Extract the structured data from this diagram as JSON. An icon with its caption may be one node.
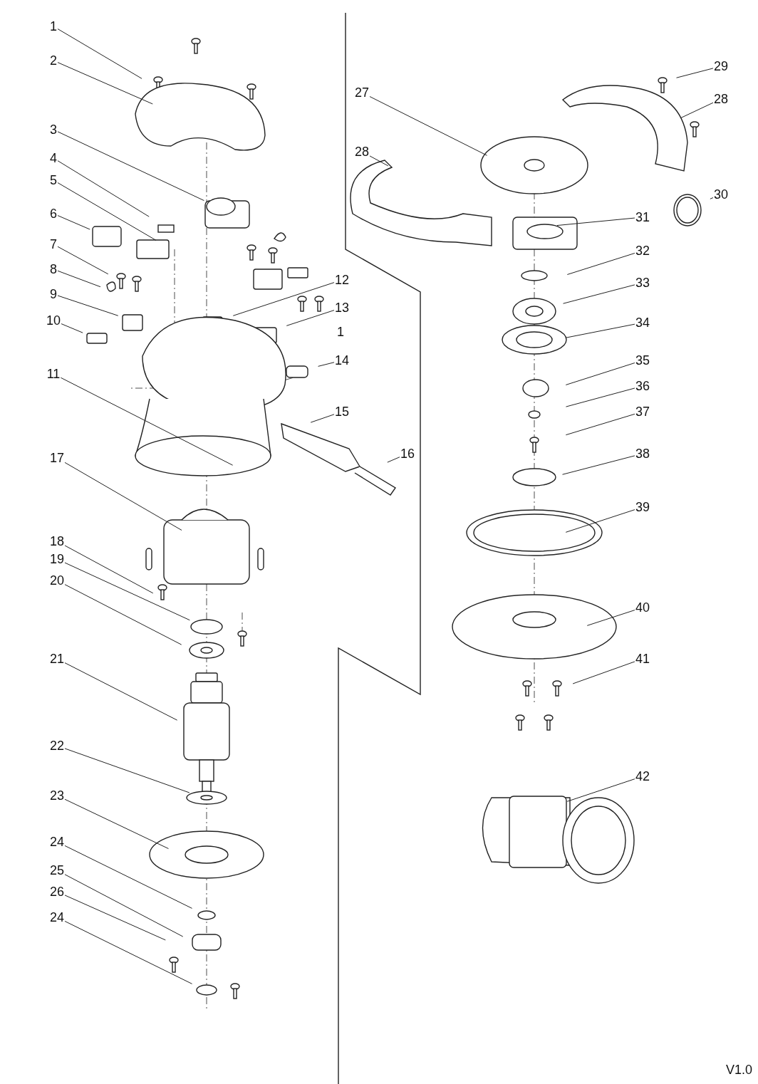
{
  "diagram": {
    "nodes": [
      {
        "text": [
          "1"
        ]
      },
      {
        "text": [
          "2"
        ]
      },
      {
        "text": [
          "3"
        ]
      },
      {
        "text": [
          "4"
        ]
      },
      {
        "text": [
          "5"
        ]
      },
      {
        "text": [
          "6"
        ]
      },
      {
        "text": [
          "7"
        ]
      },
      {
        "text": [
          "8"
        ]
      },
      {
        "text": [
          "9"
        ]
      },
      {
        "text": [
          "10"
        ]
      },
      {
        "text": [
          "11"
        ]
      },
      {
        "text": [
          "12"
        ]
      },
      {
        "text": [
          "13"
        ]
      },
      {
        "text": [
          "1"
        ]
      },
      {
        "text": [
          "14"
        ]
      },
      {
        "text": [
          "15"
        ]
      },
      {
        "text": [
          "16"
        ]
      },
      {
        "text": [
          "17"
        ]
      },
      {
        "text": [
          "18"
        ]
      },
      {
        "text": [
          "19"
        ]
      },
      {
        "text": [
          "20"
        ]
      },
      {
        "text": [
          "21"
        ]
      },
      {
        "text": [
          "22"
        ]
      },
      {
        "text": [
          "23"
        ]
      },
      {
        "text": [
          "24"
        ]
      },
      {
        "text": [
          "25"
        ]
      },
      {
        "text": [
          "26"
        ]
      },
      {
        "text": [
          "24"
        ]
      },
      {
        "text": [
          "29"
        ]
      },
      {
        "text": [
          "27"
        ]
      },
      {
        "text": [
          "28"
        ]
      },
      {
        "text": [
          "28"
        ]
      },
      {
        "text": [
          "30"
        ]
      },
      {
        "text": [
          "31"
        ]
      },
      {
        "text": [
          "32"
        ]
      },
      {
        "text": [
          "33"
        ]
      },
      {
        "text": [
          "34"
        ]
      },
      {
        "text": [
          "35"
        ]
      },
      {
        "text": [
          "36"
        ]
      },
      {
        "text": [
          "37"
        ]
      },
      {
        "text": [
          "38"
        ]
      },
      {
        "text": [
          "39"
        ]
      },
      {
        "text": [
          "40"
        ]
      },
      {
        "text": [
          "41"
        ]
      },
      {
        "text": [
          "42"
        ]
      }
    ],
    "edges": [
      {
        "from": 0,
        "to": null,
        "arrow": "none"
      },
      {
        "from": 1,
        "to": null,
        "arrow": "none"
      },
      {
        "from": 2,
        "to": null,
        "arrow": "none"
      },
      {
        "from": 3,
        "to": null,
        "arrow": "none"
      },
      {
        "from": 4,
        "to": null,
        "arrow": "none"
      },
      {
        "from": 5,
        "to": null,
        "arrow": "none"
      },
      {
        "from": 6,
        "to": null,
        "arrow": "none"
      },
      {
        "from": 7,
        "to": null,
        "arrow": "none"
      },
      {
        "from": 8,
        "to": null,
        "arrow": "none"
      },
      {
        "from": 9,
        "to": null,
        "arrow": "none"
      },
      {
        "from": 10,
        "to": null,
        "arrow": "none"
      },
      {
        "from": 11,
        "to": null,
        "arrow": "none"
      },
      {
        "from": 12,
        "to": null,
        "arrow": "none"
      },
      {
        "from": 14,
        "to": null,
        "arrow": "none"
      },
      {
        "from": 15,
        "to": null,
        "arrow": "none"
      },
      {
        "from": 16,
        "to": null,
        "arrow": "none"
      },
      {
        "from": 17,
        "to": null,
        "arrow": "none"
      },
      {
        "from": 18,
        "to": null,
        "arrow": "none"
      },
      {
        "from": 19,
        "to": null,
        "arrow": "none"
      },
      {
        "from": 20,
        "to": null,
        "arrow": "none"
      },
      {
        "from": 21,
        "to": null,
        "arrow": "none"
      },
      {
        "from": 22,
        "to": null,
        "arrow": "none"
      },
      {
        "from": 23,
        "to": null,
        "arrow": "none"
      },
      {
        "from": 24,
        "to": null,
        "arrow": "none"
      },
      {
        "from": 25,
        "to": null,
        "arrow": "none"
      },
      {
        "from": 26,
        "to": null,
        "arrow": "none"
      },
      {
        "from": 27,
        "to": null,
        "arrow": "none"
      },
      {
        "from": 28,
        "to": null,
        "arrow": "none"
      },
      {
        "from": 29,
        "to": null,
        "arrow": "none"
      },
      {
        "from": 30,
        "to": null,
        "arrow": "none"
      },
      {
        "from": 31,
        "to": null,
        "arrow": "none"
      },
      {
        "from": 32,
        "to": null,
        "arrow": "none"
      },
      {
        "from": 33,
        "to": null,
        "arrow": "none"
      },
      {
        "from": 34,
        "to": null,
        "arrow": "none"
      },
      {
        "from": 35,
        "to": null,
        "arrow": "none"
      },
      {
        "from": 36,
        "to": null,
        "arrow": "none"
      },
      {
        "from": 37,
        "to": null,
        "arrow": "none"
      },
      {
        "from": 38,
        "to": null,
        "arrow": "none"
      },
      {
        "from": 39,
        "to": null,
        "arrow": "none"
      },
      {
        "from": 40,
        "to": null,
        "arrow": "none"
      },
      {
        "from": 41,
        "to": null,
        "arrow": "none"
      },
      {
        "from": 42,
        "to": null,
        "arrow": "none"
      },
      {
        "from": 43,
        "to": null,
        "arrow": "none"
      },
      {
        "from": 44,
        "to": null,
        "arrow": "none"
      }
    ],
    "labels": [
      "V1.0"
    ]
  }
}
